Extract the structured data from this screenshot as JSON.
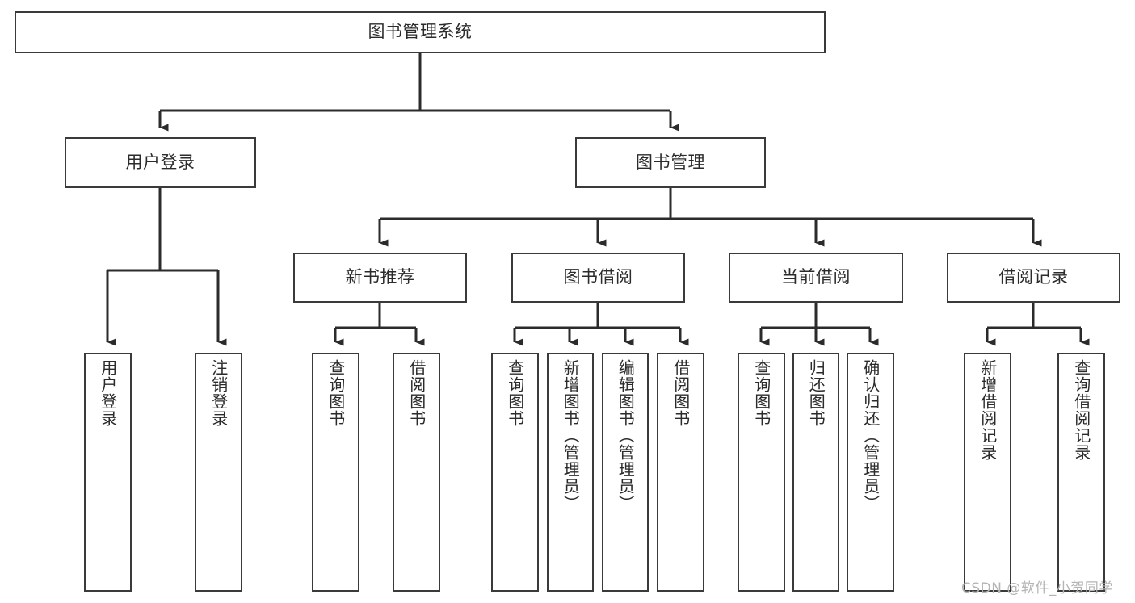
{
  "diagram": {
    "title": "图书管理系统",
    "type": "hierarchy-tree",
    "levels": 4,
    "colors": {
      "box_border": "#3a3a3a",
      "box_fill": "#ffffff",
      "connector": "#2b2b2b",
      "text": "#2b2b2b",
      "watermark": "#b4b4b4",
      "background": "#ffffff"
    },
    "root": {
      "label": "图书管理系统"
    },
    "level2": [
      {
        "label": "用户登录"
      },
      {
        "label": "图书管理"
      }
    ],
    "level3": [
      {
        "label": "新书推荐"
      },
      {
        "label": "图书借阅"
      },
      {
        "label": "当前借阅"
      },
      {
        "label": "借阅记录"
      }
    ],
    "leaves": {
      "user_login": [
        {
          "label": "用户登录"
        },
        {
          "label": "注销登录"
        }
      ],
      "new_book_recommend": [
        {
          "label": "查询图书"
        },
        {
          "label": "借阅图书"
        }
      ],
      "book_borrow": [
        {
          "label": "查询图书"
        },
        {
          "label": "新增图书（管理员）"
        },
        {
          "label": "编辑图书（管理员）"
        },
        {
          "label": "借阅图书"
        }
      ],
      "current_borrow": [
        {
          "label": "查询图书"
        },
        {
          "label": "归还图书"
        },
        {
          "label": "确认归还（管理员）"
        }
      ],
      "borrow_record": [
        {
          "label": "新增借阅记录"
        },
        {
          "label": "查询借阅记录"
        }
      ]
    }
  },
  "watermark": {
    "text": "CSDN @软件_小贺同学"
  }
}
